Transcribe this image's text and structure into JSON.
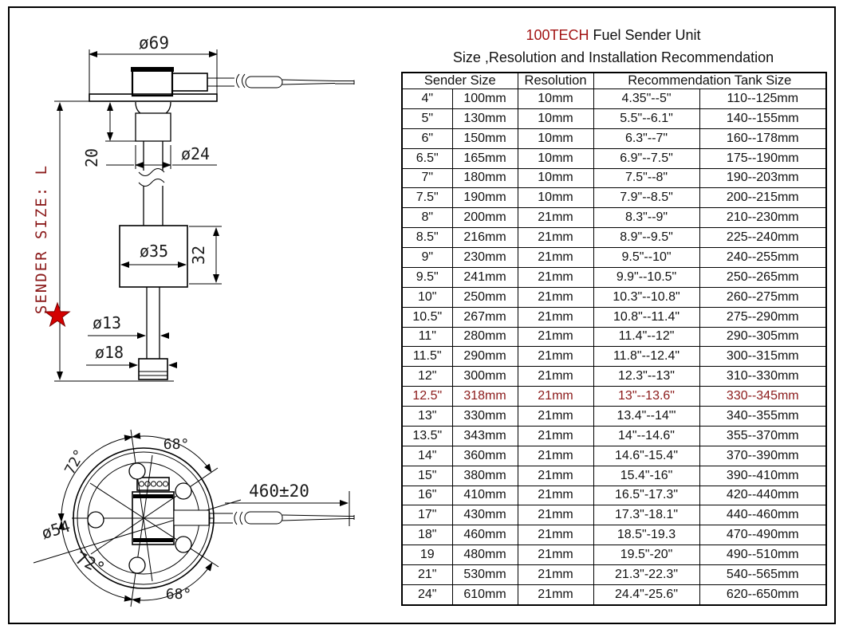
{
  "title": {
    "brand": "100TECH",
    "product": "Fuel Sender Unit",
    "subtitle": "Size ,Resolution and Installation Recommendation"
  },
  "colors": {
    "brand_red": "#a31515",
    "highlight_red": "#8b1a1a",
    "star_red": "#d40000",
    "ink": "#111111"
  },
  "table": {
    "headers": {
      "sender_size": "Sender Size",
      "resolution": "Resolution",
      "tank_size": "Recommendation Tank Size"
    },
    "rows": [
      {
        "inch": "4\"",
        "mm": "100mm",
        "res": "10mm",
        "tank_inch": "4.35\"--5\"",
        "tank_mm": "110--125mm",
        "highlight": false
      },
      {
        "inch": "5\"",
        "mm": "130mm",
        "res": "10mm",
        "tank_inch": "5.5\"--6.1\"",
        "tank_mm": "140--155mm",
        "highlight": false
      },
      {
        "inch": "6\"",
        "mm": "150mm",
        "res": "10mm",
        "tank_inch": "6.3\"--7\"",
        "tank_mm": "160--178mm",
        "highlight": false
      },
      {
        "inch": "6.5\"",
        "mm": "165mm",
        "res": "10mm",
        "tank_inch": "6.9\"--7.5\"",
        "tank_mm": "175--190mm",
        "highlight": false
      },
      {
        "inch": "7\"",
        "mm": "180mm",
        "res": "10mm",
        "tank_inch": "7.5\"--8\"",
        "tank_mm": "190--203mm",
        "highlight": false
      },
      {
        "inch": "7.5\"",
        "mm": "190mm",
        "res": "10mm",
        "tank_inch": "7.9\"--8.5\"",
        "tank_mm": "200--215mm",
        "highlight": false
      },
      {
        "inch": "8\"",
        "mm": "200mm",
        "res": "21mm",
        "tank_inch": "8.3\"--9\"",
        "tank_mm": "210--230mm",
        "highlight": false
      },
      {
        "inch": "8.5\"",
        "mm": "216mm",
        "res": "21mm",
        "tank_inch": "8.9\"--9.5\"",
        "tank_mm": "225--240mm",
        "highlight": false
      },
      {
        "inch": "9\"",
        "mm": "230mm",
        "res": "21mm",
        "tank_inch": "9.5\"--10\"",
        "tank_mm": "240--255mm",
        "highlight": false
      },
      {
        "inch": "9.5\"",
        "mm": "241mm",
        "res": "21mm",
        "tank_inch": "9.9\"--10.5\"",
        "tank_mm": "250--265mm",
        "highlight": false
      },
      {
        "inch": "10\"",
        "mm": "250mm",
        "res": "21mm",
        "tank_inch": "10.3\"--10.8\"",
        "tank_mm": "260--275mm",
        "highlight": false
      },
      {
        "inch": "10.5\"",
        "mm": "267mm",
        "res": "21mm",
        "tank_inch": "10.8\"--11.4\"",
        "tank_mm": "275--290mm",
        "highlight": false
      },
      {
        "inch": "11\"",
        "mm": "280mm",
        "res": "21mm",
        "tank_inch": "11.4\"--12\"",
        "tank_mm": "290--305mm",
        "highlight": false
      },
      {
        "inch": "11.5\"",
        "mm": "290mm",
        "res": "21mm",
        "tank_inch": "11.8\"--12.4\"",
        "tank_mm": "300--315mm",
        "highlight": false
      },
      {
        "inch": "12\"",
        "mm": "300mm",
        "res": "21mm",
        "tank_inch": "12.3\"--13\"",
        "tank_mm": "310--330mm",
        "highlight": false
      },
      {
        "inch": "12.5\"",
        "mm": "318mm",
        "res": "21mm",
        "tank_inch": "13\"--13.6\"",
        "tank_mm": "330--345mm",
        "highlight": true
      },
      {
        "inch": "13\"",
        "mm": "330mm",
        "res": "21mm",
        "tank_inch": "13.4\"--14\"'",
        "tank_mm": "340--355mm",
        "highlight": false
      },
      {
        "inch": "13.5\"",
        "mm": "343mm",
        "res": "21mm",
        "tank_inch": "14\"--14.6\"",
        "tank_mm": "355--370mm",
        "highlight": false
      },
      {
        "inch": "14\"",
        "mm": "360mm",
        "res": "21mm",
        "tank_inch": "14.6\"-15.4\"",
        "tank_mm": "370--390mm",
        "highlight": false
      },
      {
        "inch": "15\"",
        "mm": "380mm",
        "res": "21mm",
        "tank_inch": "15.4\"-16\"",
        "tank_mm": "390--410mm",
        "highlight": false
      },
      {
        "inch": "16\"",
        "mm": "410mm",
        "res": "21mm",
        "tank_inch": "16.5\"-17.3\"",
        "tank_mm": "420--440mm",
        "highlight": false
      },
      {
        "inch": "17\"",
        "mm": "430mm",
        "res": "21mm",
        "tank_inch": "17.3\"-18.1\"",
        "tank_mm": "440--460mm",
        "highlight": false
      },
      {
        "inch": "18\"",
        "mm": "460mm",
        "res": "21mm",
        "tank_inch": "18.5\"-19.3",
        "tank_mm": "470--490mm",
        "highlight": false
      },
      {
        "inch": "19",
        "mm": "480mm",
        "res": "21mm",
        "tank_inch": "19.5\"-20\"",
        "tank_mm": "490--510mm",
        "highlight": false
      },
      {
        "inch": "21\"",
        "mm": "530mm",
        "res": "21mm",
        "tank_inch": "21.3\"-22.3\"",
        "tank_mm": "540--565mm",
        "highlight": false
      },
      {
        "inch": "24\"",
        "mm": "610mm",
        "res": "21mm",
        "tank_inch": "24.4\"-25.6\"",
        "tank_mm": "620--650mm",
        "highlight": false
      }
    ]
  },
  "drawing": {
    "side_view": {
      "flange_dia": "ø69",
      "neck_height": "20",
      "tube_dia": "ø24",
      "float_dia": "ø35",
      "float_height": "32",
      "rod_dia": "ø13",
      "end_dia": "ø18",
      "length_axis": "SENDER SIZE:  L"
    },
    "bottom_view": {
      "angle_top": "68°",
      "angle_top_left": "72°",
      "angle_bottom_left": "72°",
      "angle_bottom": "68°",
      "bolt_circle_dia": "ø54",
      "wire_length": "460±20"
    }
  }
}
